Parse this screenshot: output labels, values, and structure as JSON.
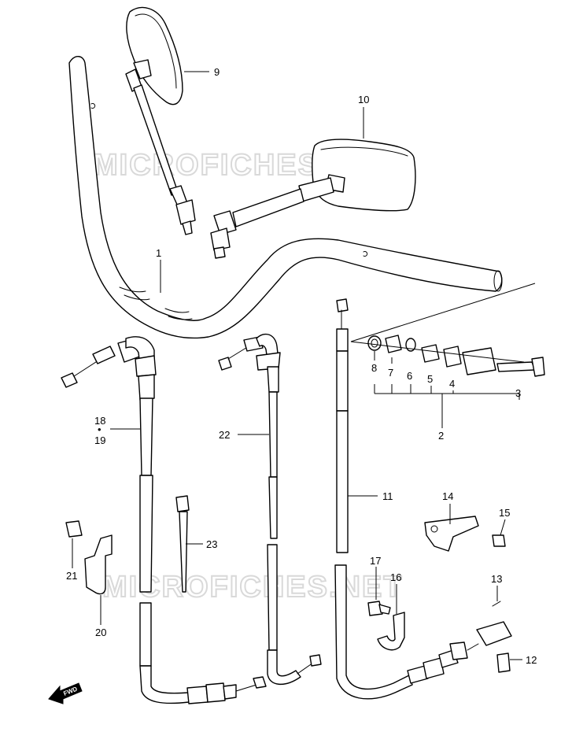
{
  "watermark": "MICROFICHES.NET",
  "fwd_label": "FWD",
  "callouts": {
    "p1": "1",
    "p2": "2",
    "p3": "3",
    "p4": "4",
    "p5": "5",
    "p6": "6",
    "p7": "7",
    "p8": "8",
    "p9": "9",
    "p10": "10",
    "p11": "11",
    "p12": "12",
    "p13": "13",
    "p14": "14",
    "p15": "15",
    "p16": "16",
    "p17": "17",
    "p18": "18",
    "p18_dot": "•",
    "p19": "19",
    "p20": "20",
    "p21": "21",
    "p22": "22",
    "p23": "23"
  }
}
